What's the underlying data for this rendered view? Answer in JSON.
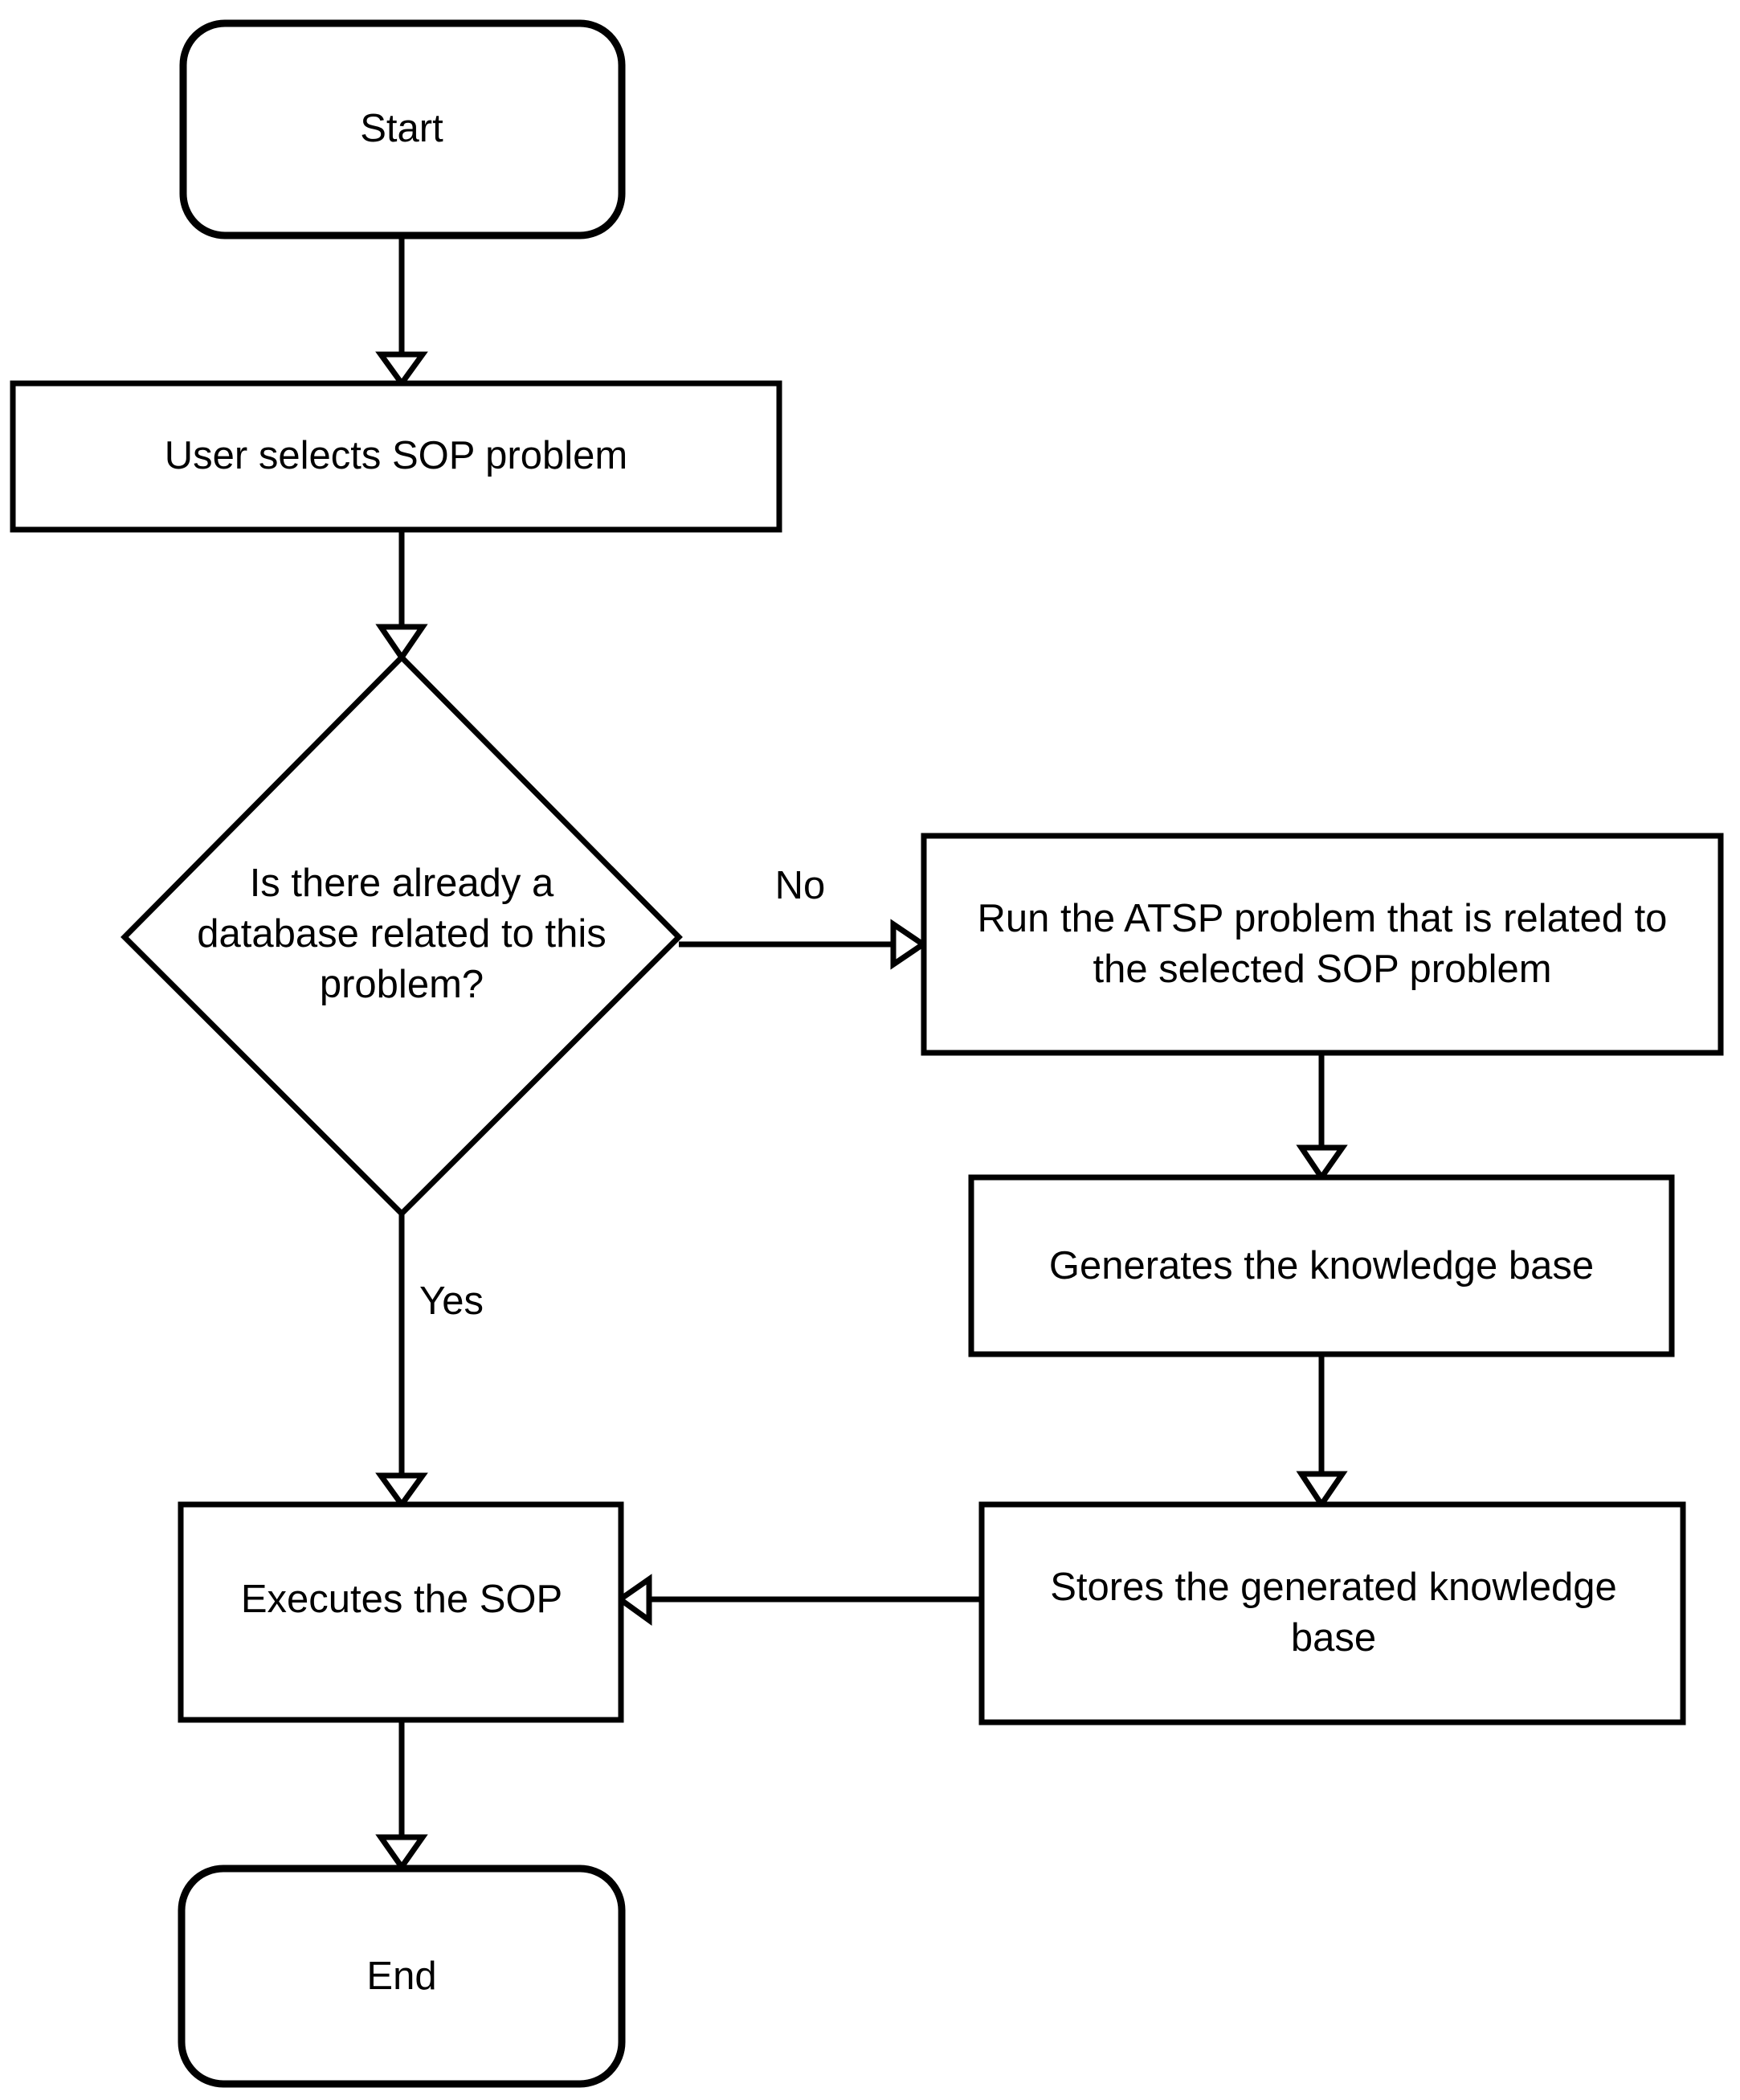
{
  "diagram": {
    "type": "flowchart",
    "orientation": "top-to-bottom",
    "background_color": "#ffffff",
    "line_color": "#000000",
    "nodes": {
      "start": {
        "label": "Start",
        "shape": "rounded-terminator"
      },
      "select_problem": {
        "label": "User selects SOP problem",
        "shape": "process"
      },
      "decision": {
        "shape": "decision",
        "line1": "Is there already a",
        "line2": "database related to this",
        "line3": "problem?"
      },
      "run_atsp": {
        "shape": "process",
        "line1": "Run the ATSP problem that is related to",
        "line2": "the selected SOP problem"
      },
      "generate_kb": {
        "label": "Generates the knowledge base",
        "shape": "process"
      },
      "store_kb": {
        "shape": "process",
        "line1": "Stores the generated knowledge",
        "line2": "base"
      },
      "execute_sop": {
        "label": "Executes the SOP",
        "shape": "process"
      },
      "end": {
        "label": "End",
        "shape": "rounded-terminator"
      }
    },
    "edges": [
      {
        "id": "start-to-select",
        "from": "start",
        "to": "select_problem",
        "label": ""
      },
      {
        "id": "select-to-decision",
        "from": "select_problem",
        "to": "decision",
        "label": ""
      },
      {
        "id": "decision-to-run-atsp",
        "from": "decision",
        "to": "run_atsp",
        "label": "No"
      },
      {
        "id": "decision-to-execute",
        "from": "decision",
        "to": "execute_sop",
        "label": "Yes"
      },
      {
        "id": "run-atsp-to-generate",
        "from": "run_atsp",
        "to": "generate_kb",
        "label": ""
      },
      {
        "id": "generate-to-store",
        "from": "generate_kb",
        "to": "store_kb",
        "label": ""
      },
      {
        "id": "store-to-execute",
        "from": "store_kb",
        "to": "execute_sop",
        "label": ""
      },
      {
        "id": "execute-to-end",
        "from": "execute_sop",
        "to": "end",
        "label": ""
      }
    ],
    "edge_labels": {
      "no": "No",
      "yes": "Yes"
    }
  }
}
